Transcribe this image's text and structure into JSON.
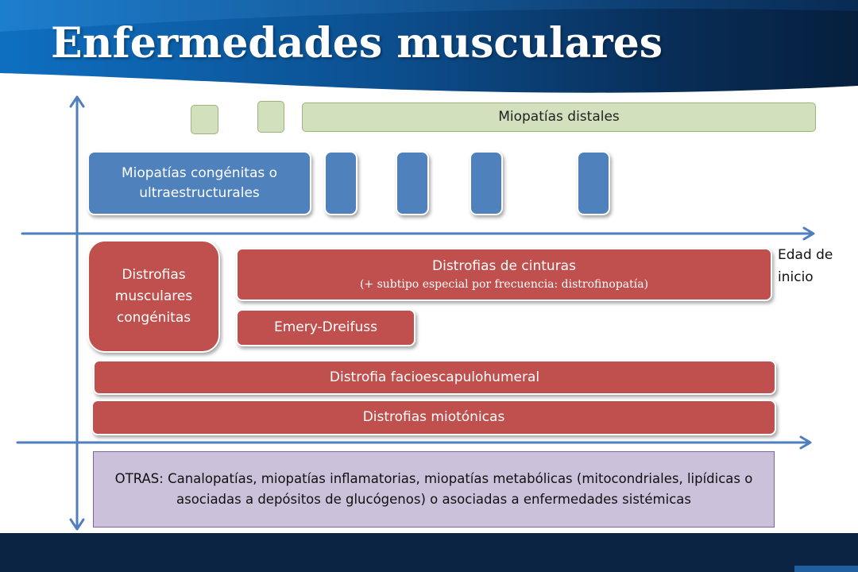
{
  "slide": {
    "title": "Enfermedades musculares"
  },
  "diagram": {
    "axis_label": "Edad de inicio",
    "rows": {
      "distal": {
        "label": "Miopatías distales"
      },
      "congenital_myopathies": {
        "label": "Miopatías congénitas o ultraestructurales"
      },
      "congenital_dystrophies": {
        "label": "Distrofias musculares congénitas"
      },
      "limb_girdle": {
        "label": "Distrofias de cinturas",
        "sublabel": "(+ subtipo especial por frecuencia: distrofinopatía)"
      },
      "emery_dreifuss": {
        "label": "Emery-Dreifuss"
      },
      "fshd": {
        "label": "Distrofia facioescapulohumeral"
      },
      "myotonic": {
        "label": "Distrofias miotónicas"
      }
    },
    "others": {
      "text": "OTRAS: Canalopatías, miopatías inflamatorias, miopatías metabólicas (mitocondriales, lipídicas o asociadas a depósitos de glucógenos) o asociadas a enfermedades sistémicas"
    }
  },
  "colors": {
    "blue": "#4f81bd",
    "red": "#c0504d",
    "green": "#d2e0bd",
    "lavender": "#ccc1da",
    "navy": "#0b2444",
    "axis": "#4f7fbf"
  }
}
